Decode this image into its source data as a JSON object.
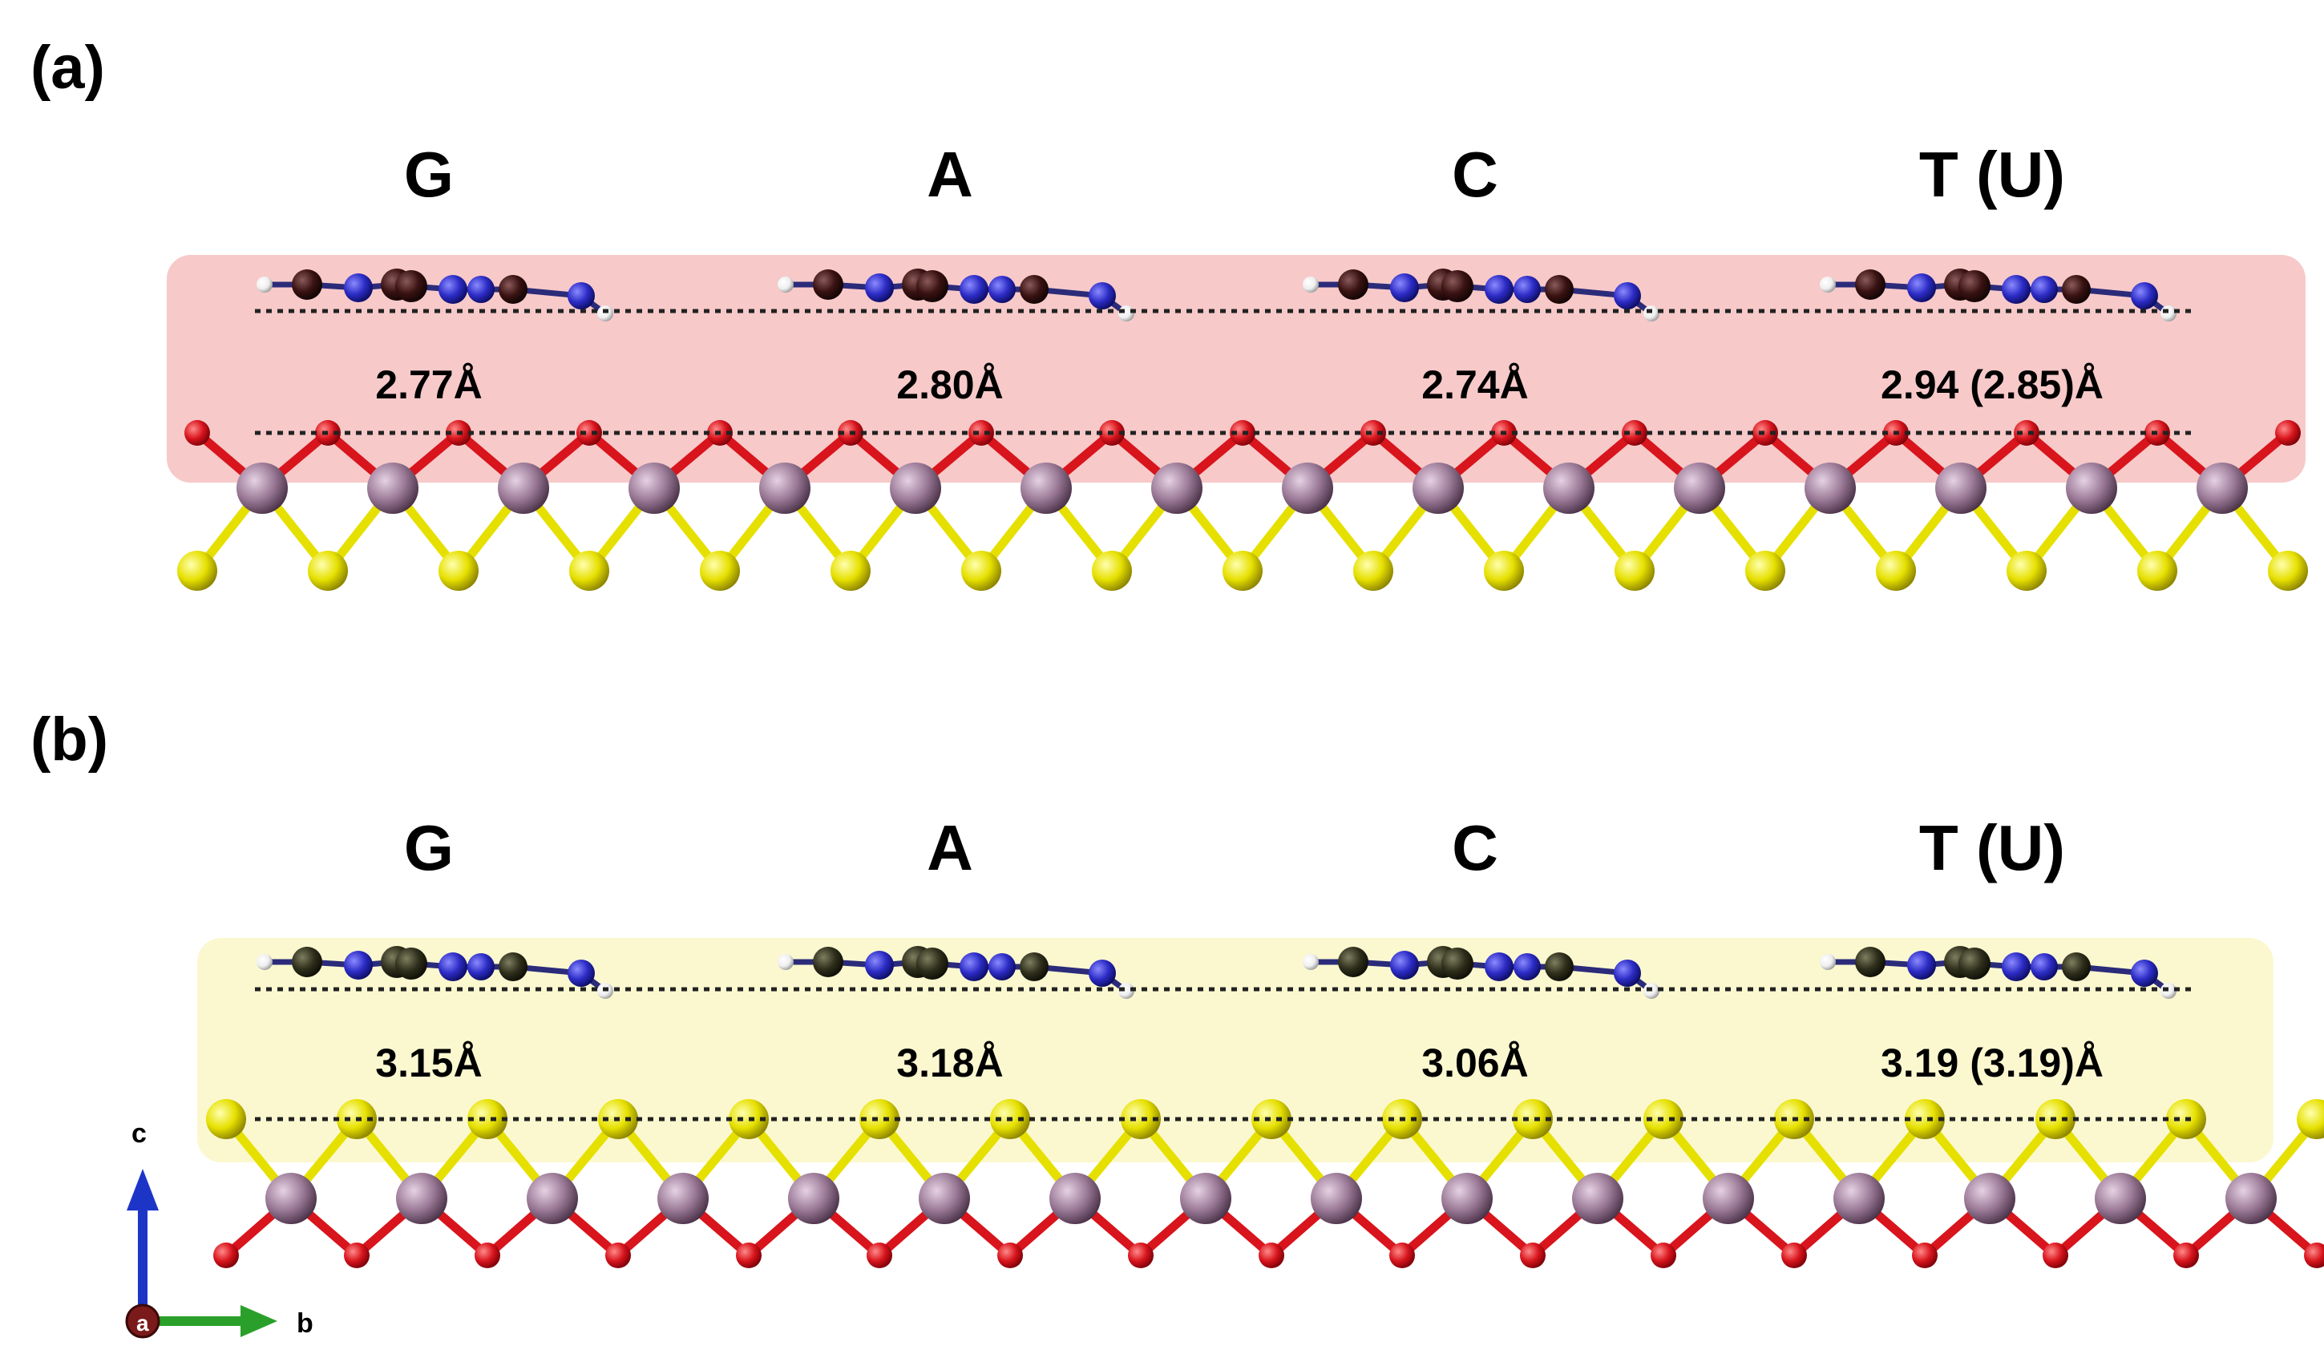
{
  "panels": [
    {
      "label": "(a)",
      "highlight_color": "#f7c9c9",
      "bases": [
        {
          "name": "G",
          "distance": "2.77Å"
        },
        {
          "name": "A",
          "distance": "2.80Å"
        },
        {
          "name": "C",
          "distance": "2.74Å"
        },
        {
          "name": "T (U)",
          "distance": "2.94 (2.85)Å"
        }
      ],
      "top_layer": "oxygen",
      "bottom_layer": "sulfur"
    },
    {
      "label": "(b)",
      "highlight_color": "#fbf8d0",
      "bases": [
        {
          "name": "G",
          "distance": "3.15Å"
        },
        {
          "name": "A",
          "distance": "3.18Å"
        },
        {
          "name": "C",
          "distance": "3.06Å"
        },
        {
          "name": "T (U)",
          "distance": "3.19 (3.19)Å"
        }
      ],
      "top_layer": "sulfur",
      "bottom_layer": "oxygen"
    }
  ],
  "axes": {
    "c": "c",
    "b": "b",
    "a": "a"
  },
  "colors": {
    "oxygen": "#d8141c",
    "sulfur": "#e6e000",
    "metal": "#9b7a97",
    "bond_metal": "#b48fb0",
    "nitrogen": "#2c2cc6",
    "carbon_a": "#3a1212",
    "carbon_b": "#2f2f1c",
    "hydrogen": "#f2f2f2",
    "axis_c": "#1d35c7",
    "axis_b": "#2aa02a",
    "axis_a": "#7a1a1a"
  }
}
